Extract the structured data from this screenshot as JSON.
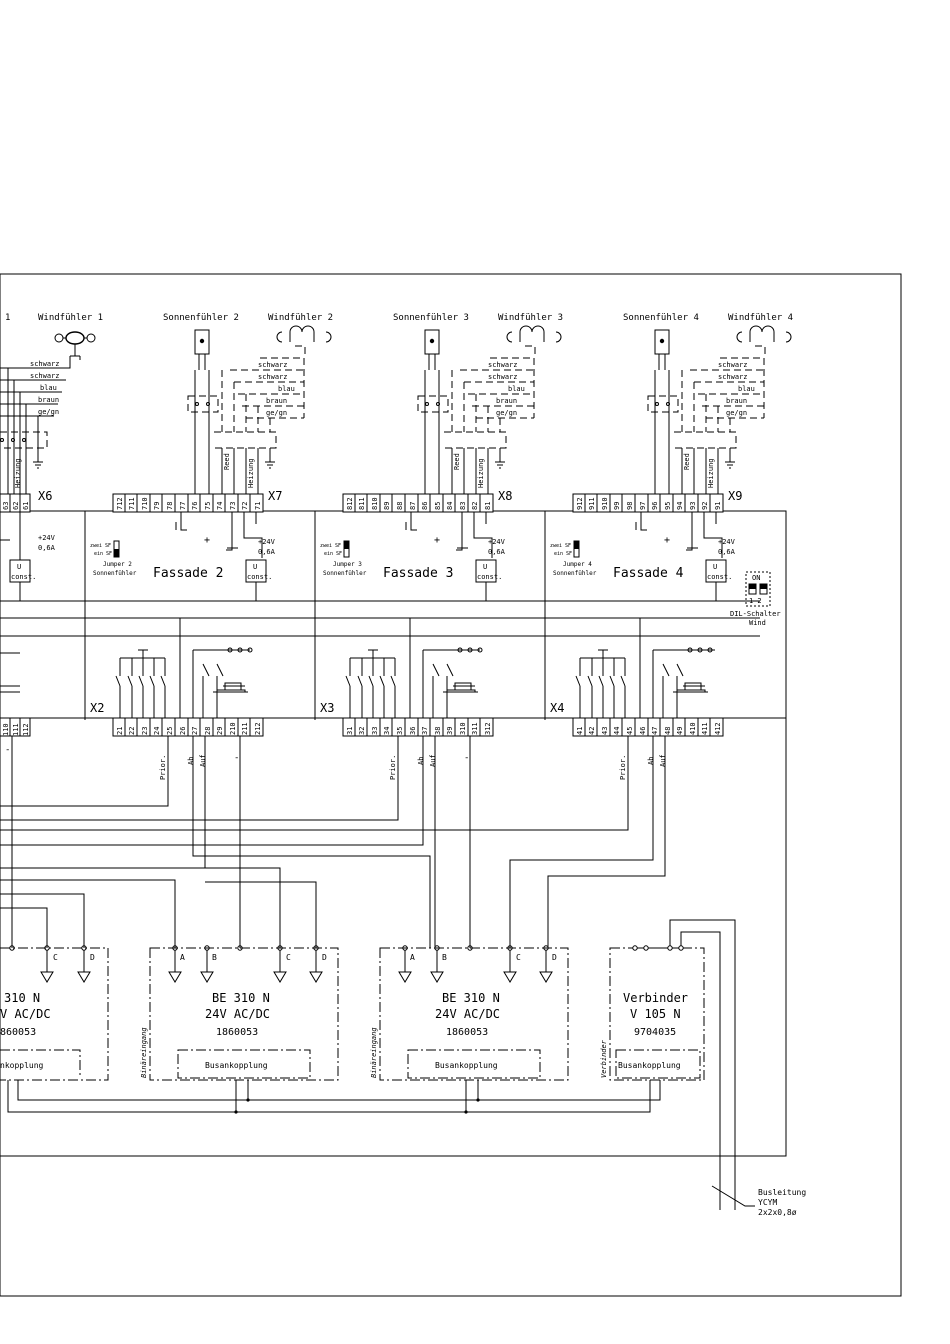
{
  "sensors": {
    "windfuehler_1": "Windfühler 1",
    "sonnenfuehler_2": "Sonnenfühler 2",
    "windfuehler_2": "Windfühler 2",
    "sonnenfuehler_3": "Sonnenfühler 3",
    "windfuehler_3": "Windfühler 3",
    "sonnenfuehler_4": "Sonnenfühler 4",
    "windfuehler_4": "Windfühler 4",
    "left_partial": "1"
  },
  "wire_colors": [
    "schwarz",
    "schwarz",
    "blau",
    "braun",
    "ge/gn"
  ],
  "wire_colors_left": [
    "schwarz",
    "schwarz",
    "blau",
    "braun",
    "ge/gn"
  ],
  "labels": {
    "reed": "Reed",
    "heizung": "Heizung",
    "plus": "+",
    "minus": "-",
    "supply_line1": "+24V",
    "supply_line2": "0,6A",
    "u": "U",
    "const": "const.",
    "jumper_zwei": "zwei SF",
    "jumper_ein": "ein SF",
    "jumper2_l1": "Jumper 2",
    "jumper3_l1": "Jumper 3",
    "jumper4_l1": "Jumper 4",
    "jumper_l2": "Sonnenfühler",
    "dil_on": "ON",
    "dil_12": "1 2",
    "dil_l1": "DIL-Schalter",
    "dil_l2": "Wind",
    "prior": "Prior.",
    "ab": "Ab",
    "auf": "Auf",
    "binaereingang": "Binäreingang",
    "verbinder_side": "Verbinder",
    "busankopplung": "Busankopplung",
    "bus_a": "A",
    "bus_b": "B",
    "bus_c": "C",
    "bus_d": "D"
  },
  "connectors": {
    "x6": "X6",
    "x7": "X7",
    "x8": "X8",
    "x9": "X9",
    "x2": "X2",
    "x3": "X3",
    "x4": "X4"
  },
  "facades": {
    "f2": "Fassade 2",
    "f3": "Fassade 3",
    "f4": "Fassade 4"
  },
  "terminals": {
    "x6_partial": [
      "63",
      "62",
      "61"
    ],
    "x7": [
      "712",
      "711",
      "710",
      "79",
      "78",
      "77",
      "76",
      "75",
      "74",
      "73",
      "72",
      "71"
    ],
    "x8": [
      "812",
      "811",
      "810",
      "89",
      "88",
      "87",
      "86",
      "85",
      "84",
      "83",
      "82",
      "81"
    ],
    "x9": [
      "912",
      "911",
      "910",
      "99",
      "98",
      "97",
      "96",
      "95",
      "94",
      "93",
      "92",
      "91"
    ],
    "x1_partial": [
      "110",
      "111",
      "112"
    ],
    "x2": [
      "21",
      "22",
      "23",
      "24",
      "25",
      "26",
      "27",
      "28",
      "29",
      "210",
      "211",
      "212"
    ],
    "x3": [
      "31",
      "32",
      "33",
      "34",
      "35",
      "36",
      "37",
      "38",
      "39",
      "310",
      "311",
      "312"
    ],
    "x4": [
      "41",
      "42",
      "43",
      "44",
      "45",
      "46",
      "47",
      "48",
      "49",
      "410",
      "411",
      "412"
    ]
  },
  "modules": {
    "be_partial": {
      "l1": "310 N",
      "l2": "V AC/DC",
      "l3": "860053",
      "l4": "nkopplung"
    },
    "be_a": {
      "l1": "BE 310 N",
      "l2": "24V AC/DC",
      "l3": "1860053"
    },
    "be_b": {
      "l1": "BE 310 N",
      "l2": "24V AC/DC",
      "l3": "1860053"
    },
    "verbinder": {
      "l1": "Verbinder",
      "l2": "V 105 N",
      "l3": "9704035"
    }
  },
  "busleitung": [
    "Busleitung",
    "YCYM",
    "2x2x0,8ø"
  ]
}
